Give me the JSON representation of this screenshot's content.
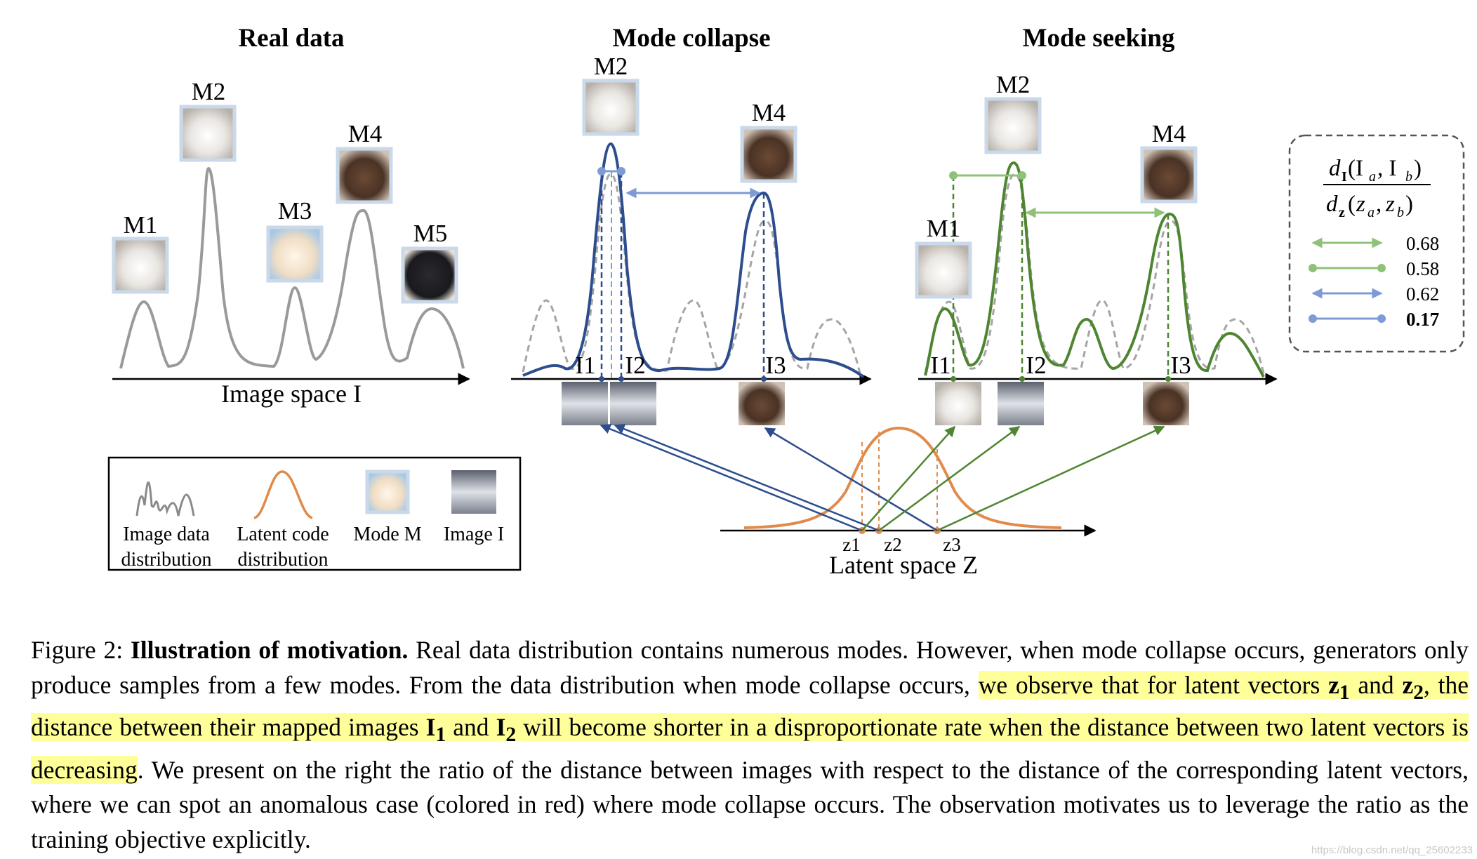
{
  "figure": {
    "panels": [
      {
        "title": "Real data"
      },
      {
        "title": "Mode collapse"
      },
      {
        "title": "Mode seeking"
      }
    ],
    "real_data_modes": [
      "M1",
      "M2",
      "M3",
      "M4",
      "M5"
    ],
    "mode_collapse_modes": [
      "M2",
      "M4"
    ],
    "mode_seeking_modes": [
      "M1",
      "M2",
      "M4"
    ],
    "mode_collapse_images": [
      "I1",
      "I2",
      "I3"
    ],
    "mode_seeking_images": [
      "I1",
      "I2",
      "I3"
    ],
    "image_space_label": "Image space I",
    "latent_space_label": "Latent space Z",
    "latent_codes": [
      "z1",
      "z2",
      "z3"
    ],
    "legend": {
      "image_dist_line1": "Image data",
      "image_dist_line2": "distribution",
      "latent_dist_line1": "Latent code",
      "latent_dist_line2": "distribution",
      "mode_m": "Mode M",
      "image_i": "Image I"
    },
    "ratio_box": {
      "values": [
        "0.68",
        "0.58",
        "0.62",
        "0.17"
      ],
      "anomaly_color": "#e8231d"
    },
    "colors": {
      "real": "#9a9a9a",
      "collapse": "#2c4d8e",
      "collapse_light": "#7e9bd6",
      "seeking": "#4e8531",
      "seeking_light": "#8ec279",
      "latent": "#e08b4c",
      "frame": "#c9d9ea"
    }
  },
  "caption": {
    "figure_label": "Figure 2:",
    "bold_title": "Illustration of motivation.",
    "text_1": " Real data distribution contains numerous modes. However, when mode collapse occurs, generators only produce samples from a few modes. From the data distribution when mode collapse occurs, ",
    "hl_1": "we observe that for latent vectors ",
    "hl_z1": "z",
    "hl_z1_sub": "1",
    "hl_and_1": " and ",
    "hl_z2": "z",
    "hl_z2_sub": "2",
    "hl_2": ", the distance between their mapped images ",
    "hl_i1": "I",
    "hl_i1_sub": "1",
    "hl_and_2": " and ",
    "hl_i2": "I",
    "hl_i2_sub": "2",
    "hl_3": " will become shorter in a disproportionate rate when the distance between two latent vectors is decreasing",
    "text_2": ". We present on the right the ratio of the distance between images with respect to the distance of the corresponding latent vectors, where we can spot an anomalous case (colored in red) where mode collapse occurs. The observation motivates us to leverage the ratio as the training objective explicitly."
  },
  "watermark": "https://blog.csdn.net/qq_25602233"
}
